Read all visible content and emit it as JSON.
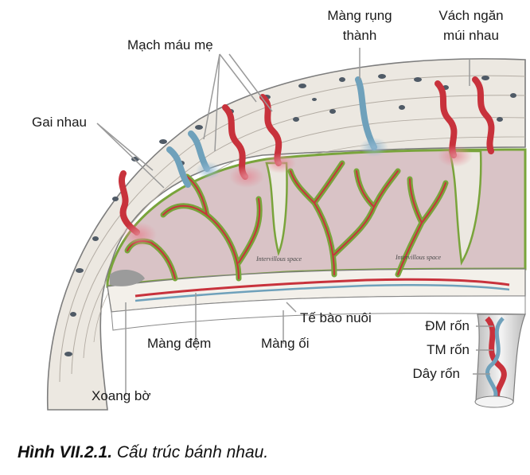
{
  "labels": {
    "maternal_vessels": "Mạch máu mẹ",
    "decidua_1": "Màng rụng",
    "decidua_2": "thành",
    "septum_1": "Vách ngăn",
    "septum_2": "múi nhau",
    "villi": "Gai nhau",
    "trophoblast": "Tế bào nuôi",
    "chorionic_plate": "Màng đệm",
    "amnion": "Màng ối",
    "umbilical_artery": "ĐM rốn",
    "umbilical_vein": "TM rốn",
    "umbilical_cord": "Dây rốn",
    "marginal_sinus": "Xoang bờ"
  },
  "intervillous_text_1": "Intervillous space",
  "intervillous_text_2": "Intervillous space",
  "caption": {
    "number": "Hình VII.2.1.",
    "text": "Cấu trúc bánh nhau."
  },
  "colors": {
    "tissue_fill": "#ece8e1",
    "intervillous_fill": "#d9c3c6",
    "villus_border": "#79a43b",
    "maternal_artery": "#c8323c",
    "maternal_vein": "#6fa1bb",
    "line_color": "#9a9a9a"
  }
}
